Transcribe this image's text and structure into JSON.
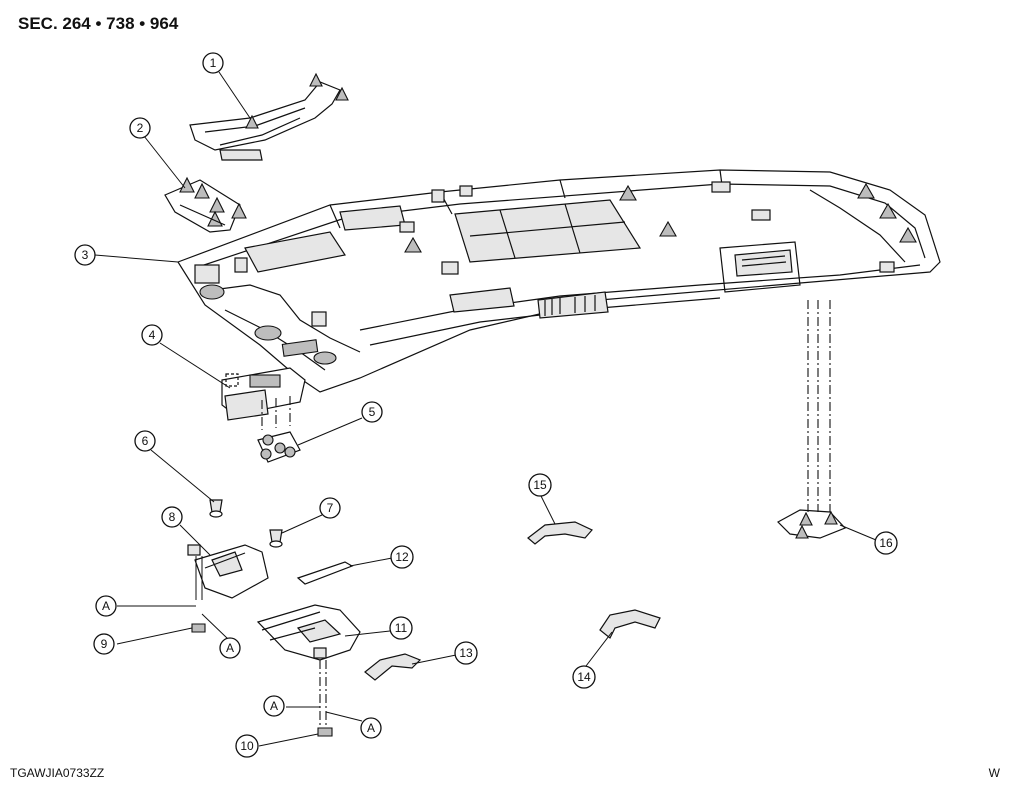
{
  "header": {
    "title": "SEC. 264 • 738 • 964"
  },
  "footer": {
    "code": "TGAWJIA0733ZZ",
    "corner": "W"
  },
  "callouts": {
    "c1": "1",
    "c2": "2",
    "c3": "3",
    "c4": "4",
    "c5": "5",
    "c6": "6",
    "c7": "7",
    "c8": "8",
    "c9": "9",
    "c10": "10",
    "c11": "11",
    "c12": "12",
    "c13": "13",
    "c14": "14",
    "c15": "15",
    "c16": "16",
    "ref": "A"
  }
}
